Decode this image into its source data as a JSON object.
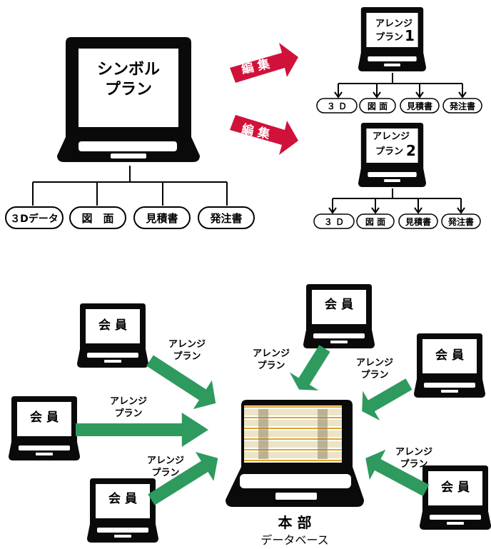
{
  "top": {
    "main_laptop": {
      "line1": "シンボル",
      "line2": "プラン"
    },
    "edit_label": "編 集",
    "main_outputs": [
      "３Dデータ",
      "図　面",
      "見積書",
      "発注書"
    ],
    "plans": [
      {
        "line1": "アレンジ",
        "line2": "プラン",
        "number": "1",
        "outputs": [
          "３ Ｄ",
          "図 面",
          "見積書",
          "発注書"
        ]
      },
      {
        "line1": "アレンジ",
        "line2": "プラン",
        "number": "2",
        "outputs": [
          "３ Ｄ",
          "図 面",
          "見積書",
          "発注書"
        ]
      }
    ]
  },
  "bottom": {
    "member_label": "会 員",
    "arrow_label": {
      "line1": "アレンジ",
      "line2": "プラン"
    },
    "hq": {
      "line1": "本 部",
      "line2": "データベース"
    }
  },
  "colors": {
    "edit_arrow": "#d0123a",
    "member_arrow": "#2e9a5e",
    "laptop": "#0a0a0a"
  }
}
